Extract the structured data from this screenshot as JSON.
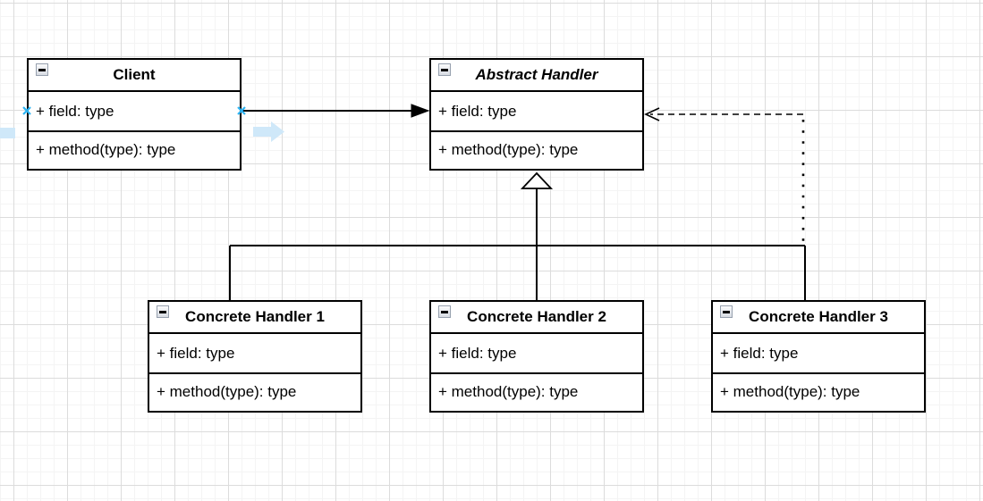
{
  "diagram": {
    "type": "uml-class-diagram",
    "pattern": "Chain of Responsibility",
    "classes": [
      {
        "title": "Client",
        "abstract": false,
        "field": "+ field: type",
        "method": "+ method(type): type"
      },
      {
        "title": "Abstract Handler",
        "abstract": true,
        "field": "+ field: type",
        "method": "+ method(type): type"
      },
      {
        "title": "Concrete Handler 1",
        "abstract": false,
        "field": "+ field: type",
        "method": "+ method(type): type"
      },
      {
        "title": "Concrete Handler 2",
        "abstract": false,
        "field": "+ field: type",
        "method": "+ method(type): type"
      },
      {
        "title": "Concrete Handler 3",
        "abstract": false,
        "field": "+ field: type",
        "method": "+ method(type): type"
      }
    ],
    "edges": [
      {
        "from": "Client",
        "to": "Abstract Handler",
        "type": "association",
        "line": "solid",
        "arrowhead": "filled"
      },
      {
        "from": "Concrete Handler 3",
        "to": "Abstract Handler",
        "type": "dependency",
        "line": "dashed",
        "arrowhead": "open"
      },
      {
        "from": "Concrete Handler 1, Concrete Handler 2, Concrete Handler 3",
        "to": "Abstract Handler",
        "type": "generalization",
        "line": "solid",
        "arrowhead": "hollow-triangle"
      }
    ],
    "icons": {
      "collapse": "minus-icon",
      "hover_arrow": "right-arrow-icon",
      "connection_point": "x-marker-icon"
    },
    "colors": {
      "shape_border": "#000000",
      "shape_fill": "#ffffff",
      "grid_major": "#dcdcdc",
      "grid_minor": "#f4f4f4",
      "hover_arrow": "#cfe8f9",
      "connection_point": "#2bb3f3"
    }
  }
}
